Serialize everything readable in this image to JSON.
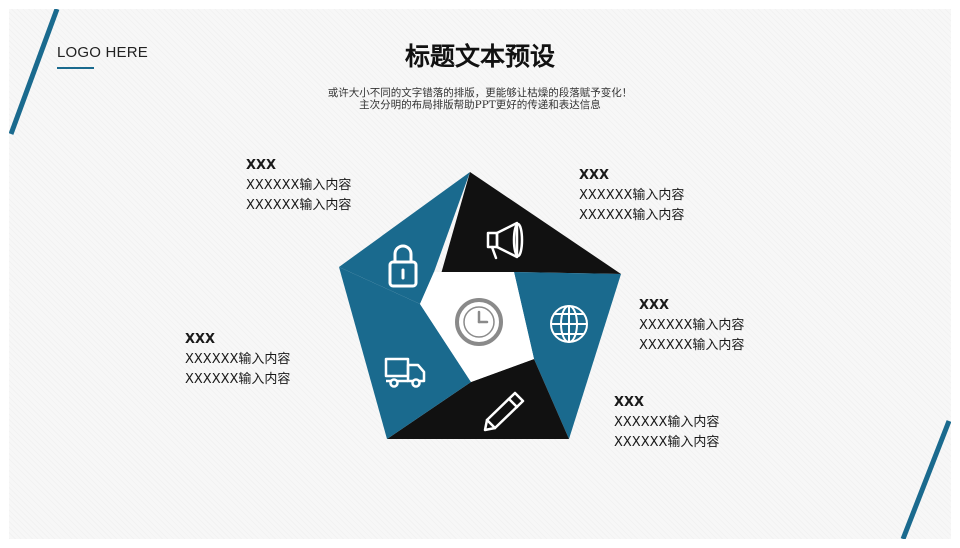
{
  "colors": {
    "accent_blue": "#1a6a8e",
    "segment_dark": "#111111",
    "center_bg": "#ffffff",
    "clock_gray": "#8a8a8a"
  },
  "header": {
    "logo": "LOGO HERE",
    "title": "标题文本预设",
    "subtitle_line1": "或许大小不同的文字错落的排版，更能够让枯燥的段落赋予变化！",
    "subtitle_line2": "主次分明的布局排版帮助PPT更好的传递和表达信息"
  },
  "segments": [
    {
      "color": "#1a6a8e",
      "icon": "lock-icon"
    },
    {
      "color": "#111111",
      "icon": "megaphone-icon"
    },
    {
      "color": "#1a6a8e",
      "icon": "globe-icon"
    },
    {
      "color": "#111111",
      "icon": "pencil-icon"
    },
    {
      "color": "#1a6a8e",
      "icon": "truck-icon"
    }
  ],
  "center": {
    "icon": "clock-icon"
  },
  "labels": [
    {
      "title": "XXX",
      "line1": "XXXXXX输入内容",
      "line2": "XXXXXX输入内容"
    },
    {
      "title": "XXX",
      "line1": "XXXXXX输入内容",
      "line2": "XXXXXX输入内容"
    },
    {
      "title": "XXX",
      "line1": "XXXXXX输入内容",
      "line2": "XXXXXX输入内容"
    },
    {
      "title": "XXX",
      "line1": "XXXXXX输入内容",
      "line2": "XXXXXX输入内容"
    },
    {
      "title": "XXX",
      "line1": "XXXXXX输入内容",
      "line2": "XXXXXX输入内容"
    }
  ]
}
